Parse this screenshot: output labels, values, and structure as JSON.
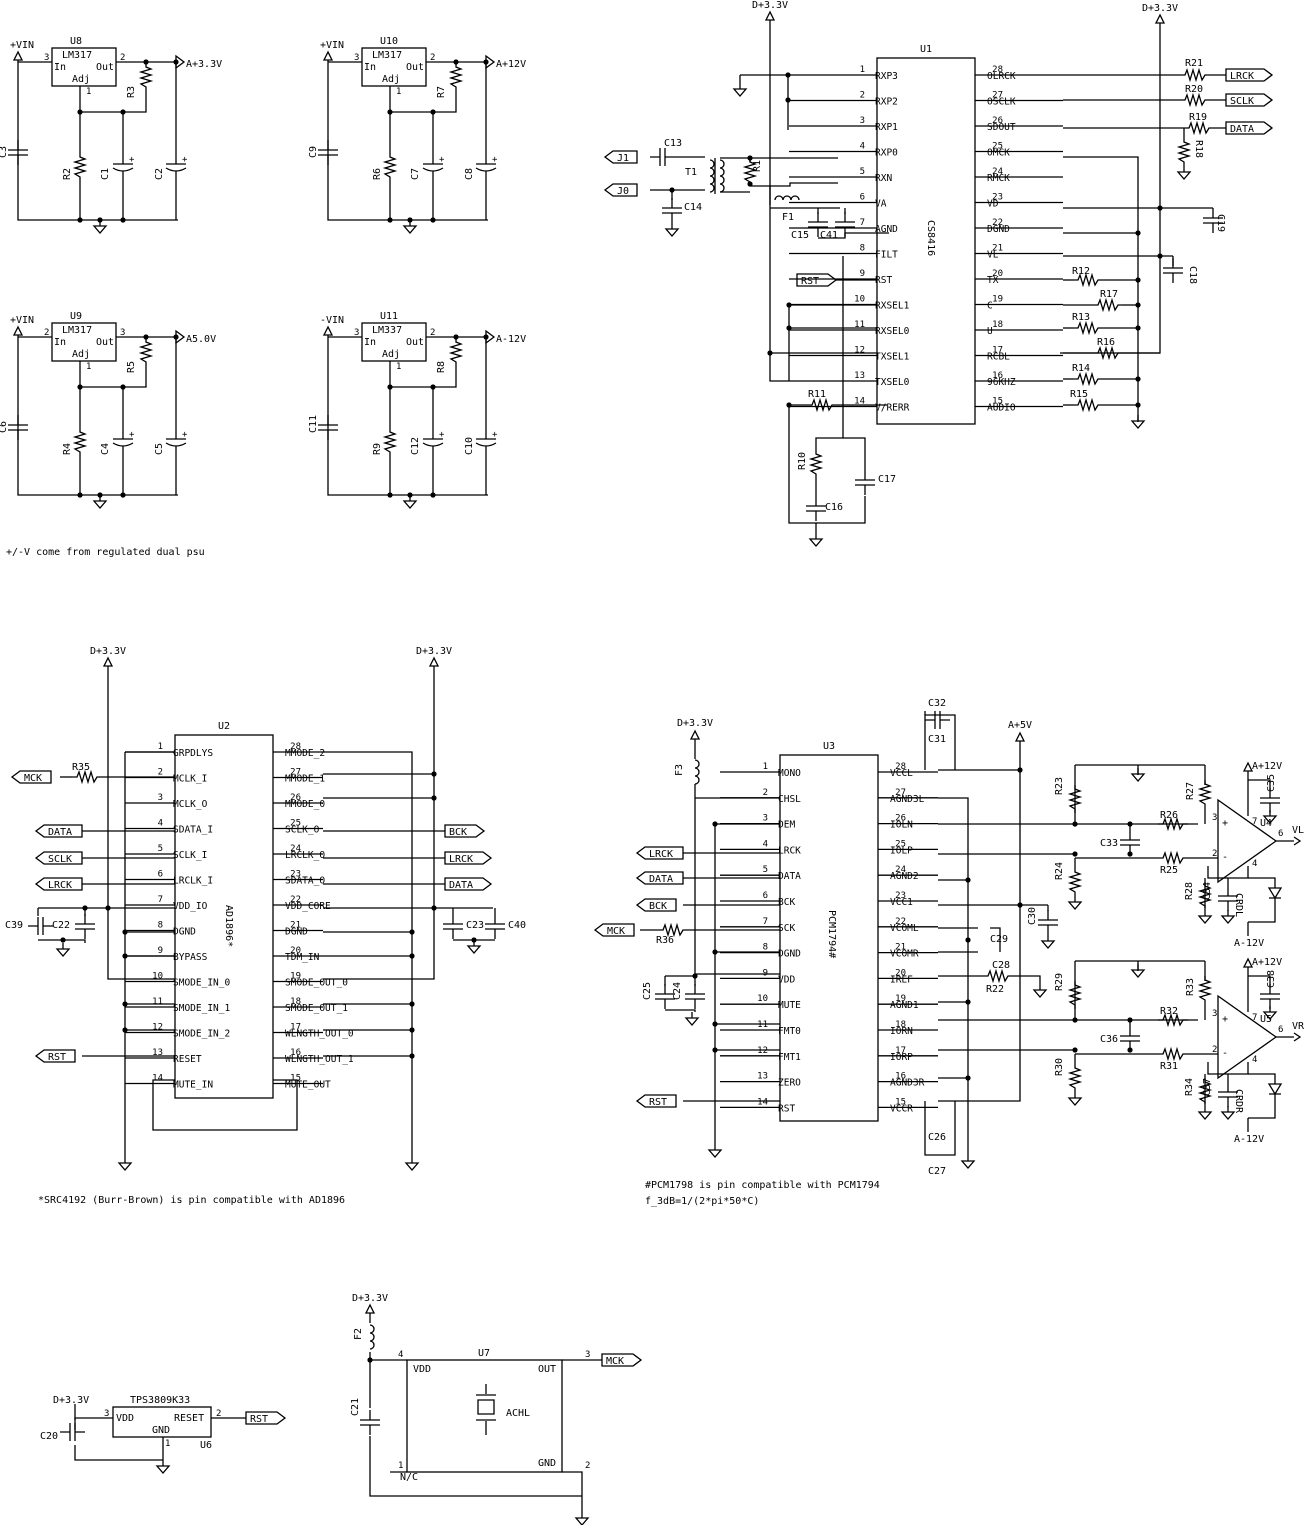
{
  "regulators": [
    {
      "ref": "U8",
      "part": "LM317",
      "vin": "+VIN",
      "out": "A+3.3V",
      "in_pin": "3",
      "out_pin": "2",
      "adj_pin": "1",
      "caps": [
        "C3",
        "C1",
        "C2"
      ],
      "res": [
        "R3",
        "R2"
      ]
    },
    {
      "ref": "U10",
      "part": "LM317",
      "vin": "+VIN",
      "out": "A+12V",
      "in_pin": "3",
      "out_pin": "2",
      "adj_pin": "1",
      "caps": [
        "C9",
        "C7",
        "C8"
      ],
      "res": [
        "R7",
        "R6"
      ]
    },
    {
      "ref": "U9",
      "part": "LM317",
      "vin": "+VIN",
      "out": "A5.0V",
      "in_pin": "2",
      "out_pin": "3",
      "adj_pin": "1",
      "caps": [
        "C6",
        "C4",
        "C5"
      ],
      "res": [
        "R5",
        "R4"
      ]
    },
    {
      "ref": "U11",
      "part": "LM337",
      "vin": "-VIN",
      "out": "A-12V",
      "in_pin": "3",
      "out_pin": "2",
      "adj_pin": "1",
      "caps": [
        "C11",
        "C12",
        "C10"
      ],
      "res": [
        "R8",
        "R9"
      ]
    }
  ],
  "reg_pin_labels": {
    "in": "In",
    "out": "Out",
    "adj": "Adj"
  },
  "psu_note": "+/-V come from regulated dual psu",
  "u1": {
    "ref": "U1",
    "part": "CS8416",
    "rail_a": "D+3.3V",
    "rail_b": "D+3.3V",
    "left_pins": [
      [
        "1",
        "RXP3"
      ],
      [
        "2",
        "RXP2"
      ],
      [
        "3",
        "RXP1"
      ],
      [
        "4",
        "RXP0"
      ],
      [
        "5",
        "RXN"
      ],
      [
        "6",
        "VA"
      ],
      [
        "7",
        "AGND"
      ],
      [
        "8",
        "FILT"
      ],
      [
        "9",
        "RST"
      ],
      [
        "10",
        "RXSEL1"
      ],
      [
        "11",
        "RXSEL0"
      ],
      [
        "12",
        "TXSEL1"
      ],
      [
        "13",
        "TXSEL0"
      ],
      [
        "14",
        "V/RERR"
      ]
    ],
    "right_pins": [
      [
        "28",
        "OLRCK"
      ],
      [
        "27",
        "OSCLK"
      ],
      [
        "26",
        "SDOUT"
      ],
      [
        "25",
        "OMCK"
      ],
      [
        "24",
        "RMCK"
      ],
      [
        "23",
        "VD"
      ],
      [
        "22",
        "DGND"
      ],
      [
        "21",
        "VL"
      ],
      [
        "20",
        "TX"
      ],
      [
        "19",
        "C"
      ],
      [
        "18",
        "U"
      ],
      [
        "17",
        "RCBL"
      ],
      [
        "16",
        "96KHZ"
      ],
      [
        "15",
        "AUDIO"
      ]
    ],
    "ports": {
      "lrck": "LRCK",
      "sclk": "SCLK",
      "data": "DATA",
      "rst": "RST",
      "j1": "J1",
      "j0": "J0"
    },
    "parts": {
      "r21": "R21",
      "r20": "R20",
      "r19": "R19",
      "r18": "R18",
      "r12": "R12",
      "r17": "R17",
      "r13": "R13",
      "r16": "R16",
      "r14": "R14",
      "r15": "R15",
      "r11": "R11",
      "r10": "R10",
      "r1": "R1",
      "c13": "C13",
      "c14": "C14",
      "c15": "C15",
      "c41": "C41",
      "c16": "C16",
      "c17": "C17",
      "c18": "C18",
      "c19": "C19",
      "t1": "T1",
      "f1": "F1"
    }
  },
  "u2": {
    "ref": "U2",
    "part": "AD1896*",
    "rail_a": "D+3.3V",
    "rail_b": "D+3.3V",
    "left_pins": [
      [
        "1",
        "GRPDLYS"
      ],
      [
        "2",
        "MCLK_I"
      ],
      [
        "3",
        "MCLK_O"
      ],
      [
        "4",
        "SDATA_I"
      ],
      [
        "5",
        "SCLK_I"
      ],
      [
        "6",
        "LRCLK_I"
      ],
      [
        "7",
        "VDD_IO"
      ],
      [
        "8",
        "DGND"
      ],
      [
        "9",
        "BYPASS"
      ],
      [
        "10",
        "SMODE_IN_0"
      ],
      [
        "11",
        "SMODE_IN_1"
      ],
      [
        "12",
        "SMODE_IN_2"
      ],
      [
        "13",
        "RESET"
      ],
      [
        "14",
        "MUTE_IN"
      ]
    ],
    "right_pins": [
      [
        "28",
        "MMODE_2"
      ],
      [
        "27",
        "MMODE_1"
      ],
      [
        "26",
        "MMODE_0"
      ],
      [
        "25",
        "SCLK_O"
      ],
      [
        "24",
        "LRCLK_O"
      ],
      [
        "23",
        "SDATA_O"
      ],
      [
        "22",
        "VDD_CORE"
      ],
      [
        "21",
        "DGND"
      ],
      [
        "20",
        "TDM_IN"
      ],
      [
        "19",
        "SMODE_OUT_0"
      ],
      [
        "18",
        "SMODE_OUT_1"
      ],
      [
        "17",
        "WLNGTH_OUT_0"
      ],
      [
        "16",
        "WLNGTH_OUT_1"
      ],
      [
        "15",
        "MUTE_OUT"
      ]
    ],
    "ports": {
      "mck": "MCK",
      "data": "DATA",
      "sclk": "SCLK",
      "lrck": "LRCK",
      "rst": "RST",
      "bck": "BCK",
      "lrck_o": "LRCK",
      "data_o": "DATA"
    },
    "parts": {
      "r35": "R35",
      "c39": "C39",
      "c22": "C22",
      "c23": "C23",
      "c40": "C40"
    },
    "note": "*SRC4192 (Burr-Brown) is pin compatible with AD1896"
  },
  "u3": {
    "ref": "U3",
    "part": "PCM1794#",
    "rail_a": "D+3.3V",
    "rail_b": "A+5V",
    "left_pins": [
      [
        "1",
        "MONO"
      ],
      [
        "2",
        "CHSL"
      ],
      [
        "3",
        "DEM"
      ],
      [
        "4",
        "LRCK"
      ],
      [
        "5",
        "DATA"
      ],
      [
        "6",
        "BCK"
      ],
      [
        "7",
        "SCK"
      ],
      [
        "8",
        "DGND"
      ],
      [
        "9",
        "VDD"
      ],
      [
        "10",
        "MUTE"
      ],
      [
        "11",
        "FMT0"
      ],
      [
        "12",
        "FMT1"
      ],
      [
        "13",
        "ZERO"
      ],
      [
        "14",
        "RST"
      ]
    ],
    "right_pins": [
      [
        "28",
        "VCCL"
      ],
      [
        "27",
        "AGND3L"
      ],
      [
        "26",
        "IOLN"
      ],
      [
        "25",
        "IOLP"
      ],
      [
        "24",
        "AGND2"
      ],
      [
        "23",
        "VCC1"
      ],
      [
        "22",
        "VCOML"
      ],
      [
        "21",
        "VCOMR"
      ],
      [
        "20",
        "IREF"
      ],
      [
        "19",
        "AGND1"
      ],
      [
        "18",
        "IORN"
      ],
      [
        "17",
        "IORP"
      ],
      [
        "16",
        "AGND3R"
      ],
      [
        "15",
        "VCCR"
      ]
    ],
    "ports": {
      "lrck": "LRCK",
      "data": "DATA",
      "bck": "BCK",
      "mck": "MCK",
      "rst": "RST"
    },
    "parts": {
      "f3": "F3",
      "r36": "R36",
      "c25": "C25",
      "c24": "C24",
      "c32": "C32",
      "c31": "C31",
      "c29": "C29",
      "c28": "C28",
      "c30": "C30",
      "r22": "R22",
      "c26": "C26",
      "c27": "C27"
    },
    "note1": "#PCM1798 is pin compatible with PCM1794",
    "note2": "f_3dB=1/(2*pi*50*C)"
  },
  "opamps": [
    {
      "ref": "U4",
      "out": "VL",
      "vp": "A+12V",
      "vn": "A-12V",
      "pin_p": "3",
      "pin_n": "2",
      "pin_o": "6",
      "pin_vp": "7",
      "pin_vn": "4",
      "parts": [
        "R23",
        "R27",
        "R26",
        "R25",
        "R24",
        "R28",
        "C33",
        "C34",
        "C35",
        "CRDL"
      ]
    },
    {
      "ref": "U5",
      "out": "VR",
      "vp": "A+12V",
      "vn": "A-12V",
      "pin_p": "3",
      "pin_n": "2",
      "pin_o": "6",
      "pin_vp": "7",
      "pin_vn": "4",
      "parts": [
        "R29",
        "R33",
        "R32",
        "R31",
        "R30",
        "R34",
        "C36",
        "C37",
        "C38",
        "CRDR"
      ]
    }
  ],
  "u6": {
    "ref": "U6",
    "part": "TPS3809K33",
    "rail": "D+3.3V",
    "vdd": "VDD",
    "reset": "RESET",
    "gnd": "GND",
    "pin_vdd": "3",
    "pin_reset": "2",
    "pin_gnd": "1",
    "port": "RST",
    "cap": "C20"
  },
  "u7": {
    "ref": "U7",
    "rail": "D+3.3V",
    "vdd": "VDD",
    "out": "OUT",
    "gnd": "GND",
    "nc": "N/C",
    "pin_vdd": "4",
    "pin_out": "3",
    "pin_gnd": "2",
    "pin_nc": "1",
    "xtal": "ACHL",
    "port": "MCK",
    "f2": "F2",
    "cap": "C21"
  }
}
